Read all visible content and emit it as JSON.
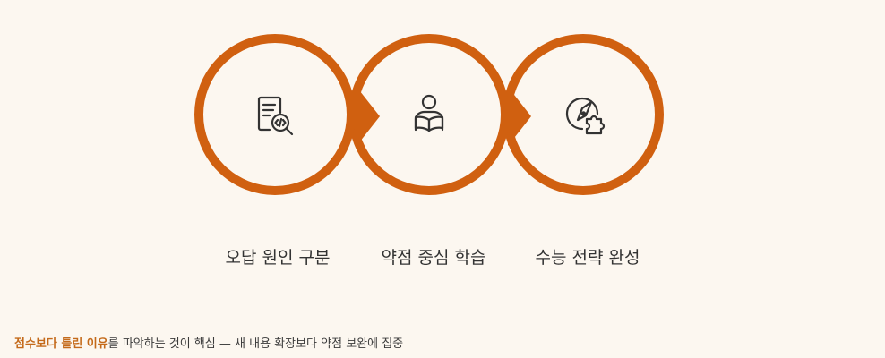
{
  "steps": [
    {
      "label": "오답 원인 구분",
      "icon": "code-document-search-icon"
    },
    {
      "label": "약점 중심 학습",
      "icon": "person-reading-book-icon"
    },
    {
      "label": "수능 전략 완성",
      "icon": "compass-puzzle-icon"
    }
  ],
  "footnote": {
    "highlight": "점수보다 틀린 이유",
    "rest": "를 파악하는 것이 핵심 — 새 내용 확장보다 약점 보완에 집중"
  },
  "colors": {
    "accent": "#d06010",
    "background": "#fcf7f0",
    "highlight_text": "#c46a1a"
  }
}
